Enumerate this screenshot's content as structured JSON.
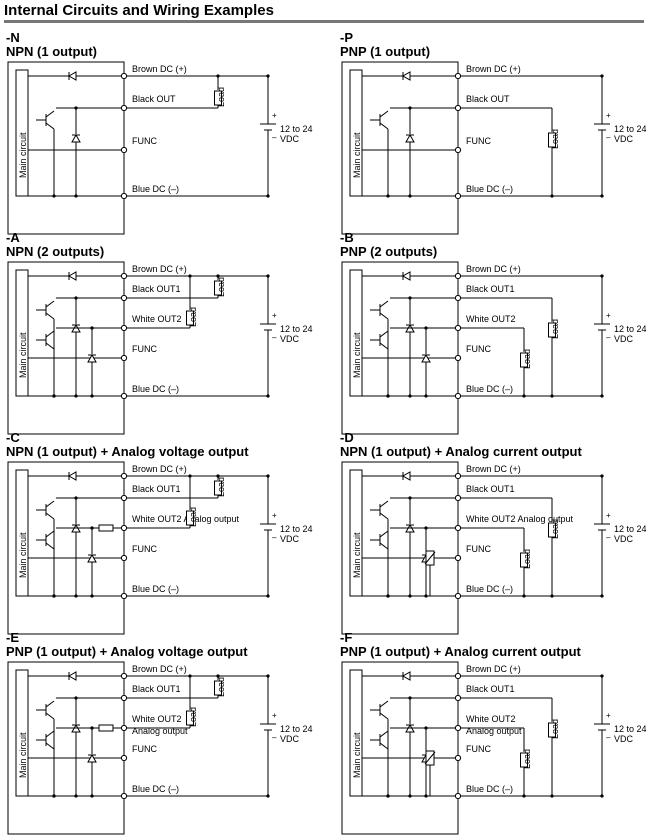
{
  "title": "Internal Circuits and Wiring Examples",
  "common": {
    "brown": "Brown DC (+)",
    "blue": "Blue DC (–)",
    "func": "FUNC",
    "load": "Load",
    "main_circuit": "Main circuit",
    "supply_line1": "12 to 24",
    "supply_line2": "VDC",
    "plus": "+",
    "minus": "–"
  },
  "panels": [
    {
      "code": "-N",
      "name": "NPN (1 output)",
      "wires": [
        "Black OUT"
      ]
    },
    {
      "code": "-P",
      "name": "PNP (1 output)",
      "wires": [
        "Black OUT"
      ]
    },
    {
      "code": "-A",
      "name": "NPN (2 outputs)",
      "wires": [
        "Black OUT1",
        "White OUT2"
      ]
    },
    {
      "code": "-B",
      "name": "PNP (2 outputs)",
      "wires": [
        "Black OUT1",
        "White OUT2"
      ]
    },
    {
      "code": "-C",
      "name": "NPN (1 output) + Analog voltage output",
      "wires": [
        "Black OUT1",
        "White OUT2 Analog output"
      ]
    },
    {
      "code": "-D",
      "name": "NPN (1 output) + Analog current output",
      "wires": [
        "Black OUT1",
        "White OUT2 Analog output"
      ]
    },
    {
      "code": "-E",
      "name": "PNP (1 output) + Analog voltage output",
      "wires": [
        "Black OUT1",
        "White OUT2",
        "Analog output"
      ]
    },
    {
      "code": "-F",
      "name": "PNP (1 output) + Analog current output",
      "wires": [
        "Black OUT1",
        "White OUT2",
        "Analog output"
      ]
    }
  ]
}
